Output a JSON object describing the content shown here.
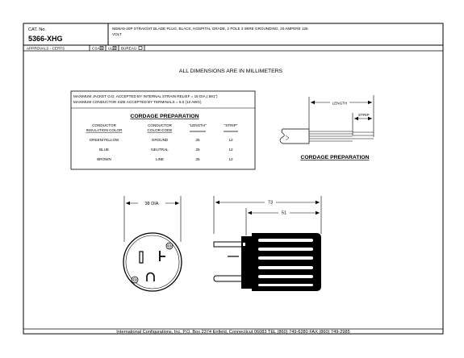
{
  "header": {
    "cat_label": "CAT. No.",
    "cat_number": "5366-XHG",
    "description_line1": "NEMA5-20P STRAIGHT BLADE PLUG, BLACK, HOSPITAL GRADE, 2 POLE 3 WIRE GROUNDING, 20 AMPERE 125",
    "description_line2": "VOLT",
    "approvals_label": "APPROVALS - CERTS",
    "approvals_csa": "CSA",
    "approvals_ul": "UL",
    "approvals_bureau": "BUREAU"
  },
  "note_dimensions": "ALL DIMENSIONS ARE IN MILLIMETERS",
  "jacket_note_line1": "MAXIMUM JACKET O.D. ACCEPTED BY INTERNAL STRAIN RELIEF = 15 DIA.(.591\")",
  "jacket_note_line2": "MAXIMUM CONDUCTOR SIZE ACCEPTED BY TERMINALS = 6.0 (12 AWG)",
  "cordage_table": {
    "title": "CORDAGE PREPARATION",
    "headers": [
      {
        "line1": "CONDUCTOR",
        "line2": "INSULATION COLOR"
      },
      {
        "line1": "CONDUCTOR",
        "line2": "COLOR CODE"
      },
      {
        "line1": "\"LENGTH\"",
        "line2": ""
      },
      {
        "line1": "\"STRIP\"",
        "line2": ""
      }
    ],
    "rows": [
      [
        "GREEN/YELLOW",
        "GROUND",
        "25",
        "12"
      ],
      [
        "BLUE",
        "NEUTRAL",
        "25",
        "12"
      ],
      [
        "BROWN",
        "LINE",
        "25",
        "12"
      ]
    ]
  },
  "cordage_diagram": {
    "length_label": "LENGTH",
    "strip_label": "STRIP",
    "caption": "CORDAGE PREPARATION"
  },
  "front_view": {
    "dimension_label": "38 DIA"
  },
  "side_view": {
    "overall_dimension": "73",
    "body_dimension": "51"
  },
  "footer": "International Configurations, Inc.  P.O. Box 2374  Enfield, Connecticut 06083  TEL (860) 749-6280  FAX (860) 749-2985"
}
